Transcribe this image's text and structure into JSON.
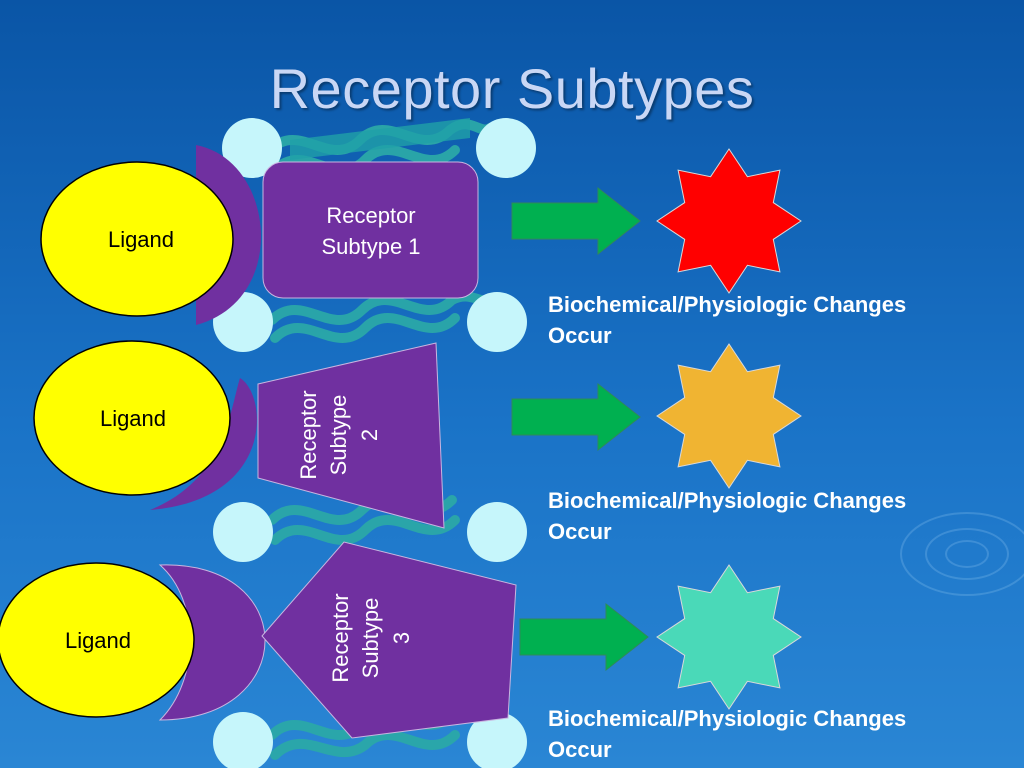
{
  "slide": {
    "title": "Receptor Subtypes"
  },
  "ligands": [
    {
      "label": "Ligand"
    },
    {
      "label": "Ligand"
    },
    {
      "label": "Ligand"
    }
  ],
  "receptors": [
    {
      "line1": "Receptor",
      "line2": "Subtype 1",
      "line3": ""
    },
    {
      "line1": "Receptor",
      "line2": "Subtype",
      "line3": "2"
    },
    {
      "line1": "Receptor",
      "line2": "Subtype",
      "line3": "3"
    }
  ],
  "outcomes": [
    {
      "line1": "Biochemical/Physiologic Changes",
      "line2": "Occur",
      "star_color": "#ff0000"
    },
    {
      "line1": "Biochemical/Physiologic Changes",
      "line2": "Occur",
      "star_color": "#f0b432"
    },
    {
      "line1": "Biochemical/Physiologic Changes",
      "line2": "Occur",
      "star_color": "#4ad9b8"
    }
  ],
  "colors": {
    "ligand": "#ffff00",
    "receptor": "#7030a0",
    "arrow": "#00b050",
    "membrane_ball": "#c6f6fb",
    "membrane_wave": "#2ba8a8"
  }
}
